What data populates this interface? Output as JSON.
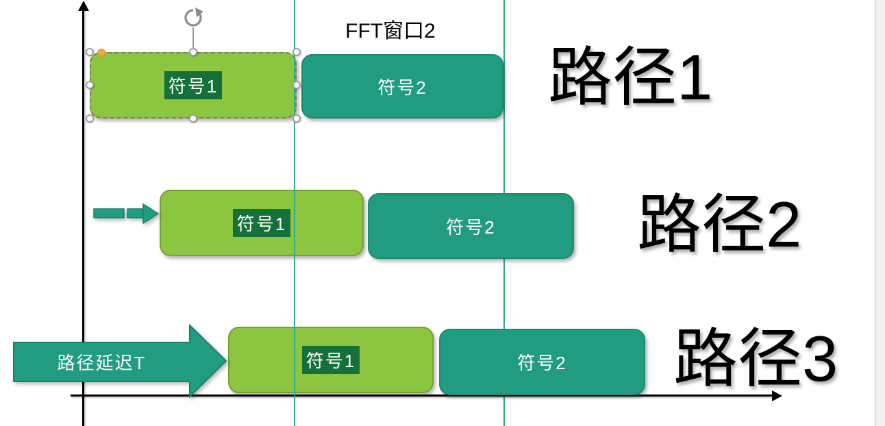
{
  "fft_window": {
    "label": "FFT窗口2"
  },
  "delay_arrow": {
    "label": "路径延迟T"
  },
  "paths": [
    {
      "name": "路径1",
      "symbol1": "符号1",
      "symbol2": "符号2"
    },
    {
      "name": "路径2",
      "symbol1": "符号1",
      "symbol2": "符号2"
    },
    {
      "name": "路径3",
      "symbol1": "符号1",
      "symbol2": "符号2"
    }
  ],
  "colors": {
    "symbol1_fill": "#8cc540",
    "symbol1_border": "#77a033",
    "symbol2_fill": "#219c80",
    "symbol2_border": "#1a8a70",
    "text_highlight": "#15703a",
    "guide_line": "#35a78d",
    "axis": "#000000",
    "adjust_handle": "#f2a73b",
    "handle_ring": "#9e9e9e"
  }
}
